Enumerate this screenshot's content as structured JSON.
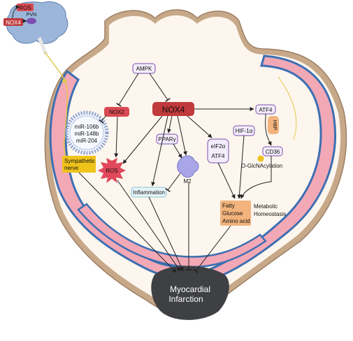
{
  "brain": {
    "ros": "ROS",
    "nox4": "NOX4",
    "pvn": "PVN"
  },
  "nodes": {
    "ampk": "AMPK",
    "nox2": "NOX2",
    "nox4": "NOX4",
    "atf4_top": "ATF4",
    "hbp": "HBP",
    "cd36": "CD36",
    "hif1a": "HIF-1α",
    "eif2a": "eIF2α",
    "atf4_mid": "ATF4",
    "ppar": "PPARγ",
    "m2": "M2",
    "ros": "ROS",
    "inflammation": "Inflammation",
    "sympathetic_line1": "Sympathetic",
    "sympathetic_line2": "nerve",
    "mirna": [
      "miR-106b",
      "miR-148b",
      "miR-204"
    ],
    "oglc": "O-GlcNAcylation",
    "metabolites": [
      "Fatty",
      "Glucose",
      "Amino acid"
    ],
    "metabolic_line1": "Metabolic",
    "metabolic_line2": "Homeostasis",
    "mi_line1": "Myocardial",
    "mi_line2": "Infarction"
  },
  "colors": {
    "heart_wall_outer": "#c7a98a",
    "heart_fill": "#fdf6ee",
    "heart_blue": "#3d6fb2",
    "myocardium_pink": "#f3a8b6",
    "nox4_red": "#c0393b",
    "purple_box": "#7a4fb0",
    "purple_fill": "#f3ecfb",
    "infarct": "#3f4043",
    "metabolite_orange": "#f2b37c",
    "sympathetic_yellow": "#f0c31b",
    "inflammation_fill": "#e6f4f8",
    "ros_red": "#e0495a"
  }
}
